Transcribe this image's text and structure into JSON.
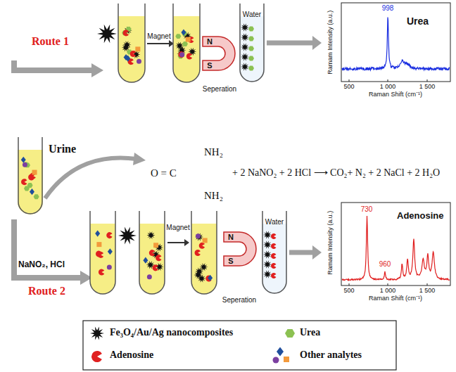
{
  "diagram": {
    "nodes": [
      {
        "text": [
          "Water"
        ]
      },
      {
        "text": [
          "Urea"
        ]
      },
      {
        "text": [
          "Urine"
        ]
      },
      {
        "text": [
          "Water"
        ]
      },
      {
        "text": [
          "Adenosine"
        ]
      }
    ],
    "edges": [
      {
        "from": 0,
        "to": 1,
        "arrow": "to"
      },
      {
        "from": 3,
        "to": 4,
        "arrow": "to"
      }
    ],
    "labels": [
      "Route 1",
      "Magnet",
      "N",
      "S",
      "Seperation",
      "998",
      "Ramam Intensity (a.u.)",
      "500",
      "1 000",
      "1 500",
      "Raman Shift (cm⁻¹)",
      "O = C",
      "NH₂",
      "NH₂",
      "+ 2 NaNO₂ + 2 HCl ⟶ CO₂+ N₂ + 2 NaCl + 2 H₂O",
      "NaNO₂, HCl",
      "Route 2",
      "Magnet",
      "N",
      "S",
      "Seperation",
      "730",
      "960",
      "Ramam Intensity (a.u.)",
      "500",
      "1 000",
      "1 500",
      "Raman Shift (cm⁻¹)"
    ],
    "legend": [
      {
        "text": "Fe₃O₄/Au/Ag nanocomposites"
      },
      {
        "text": "Urea"
      },
      {
        "text": "Adenosine"
      },
      {
        "text": "Other analytes"
      }
    ]
  }
}
